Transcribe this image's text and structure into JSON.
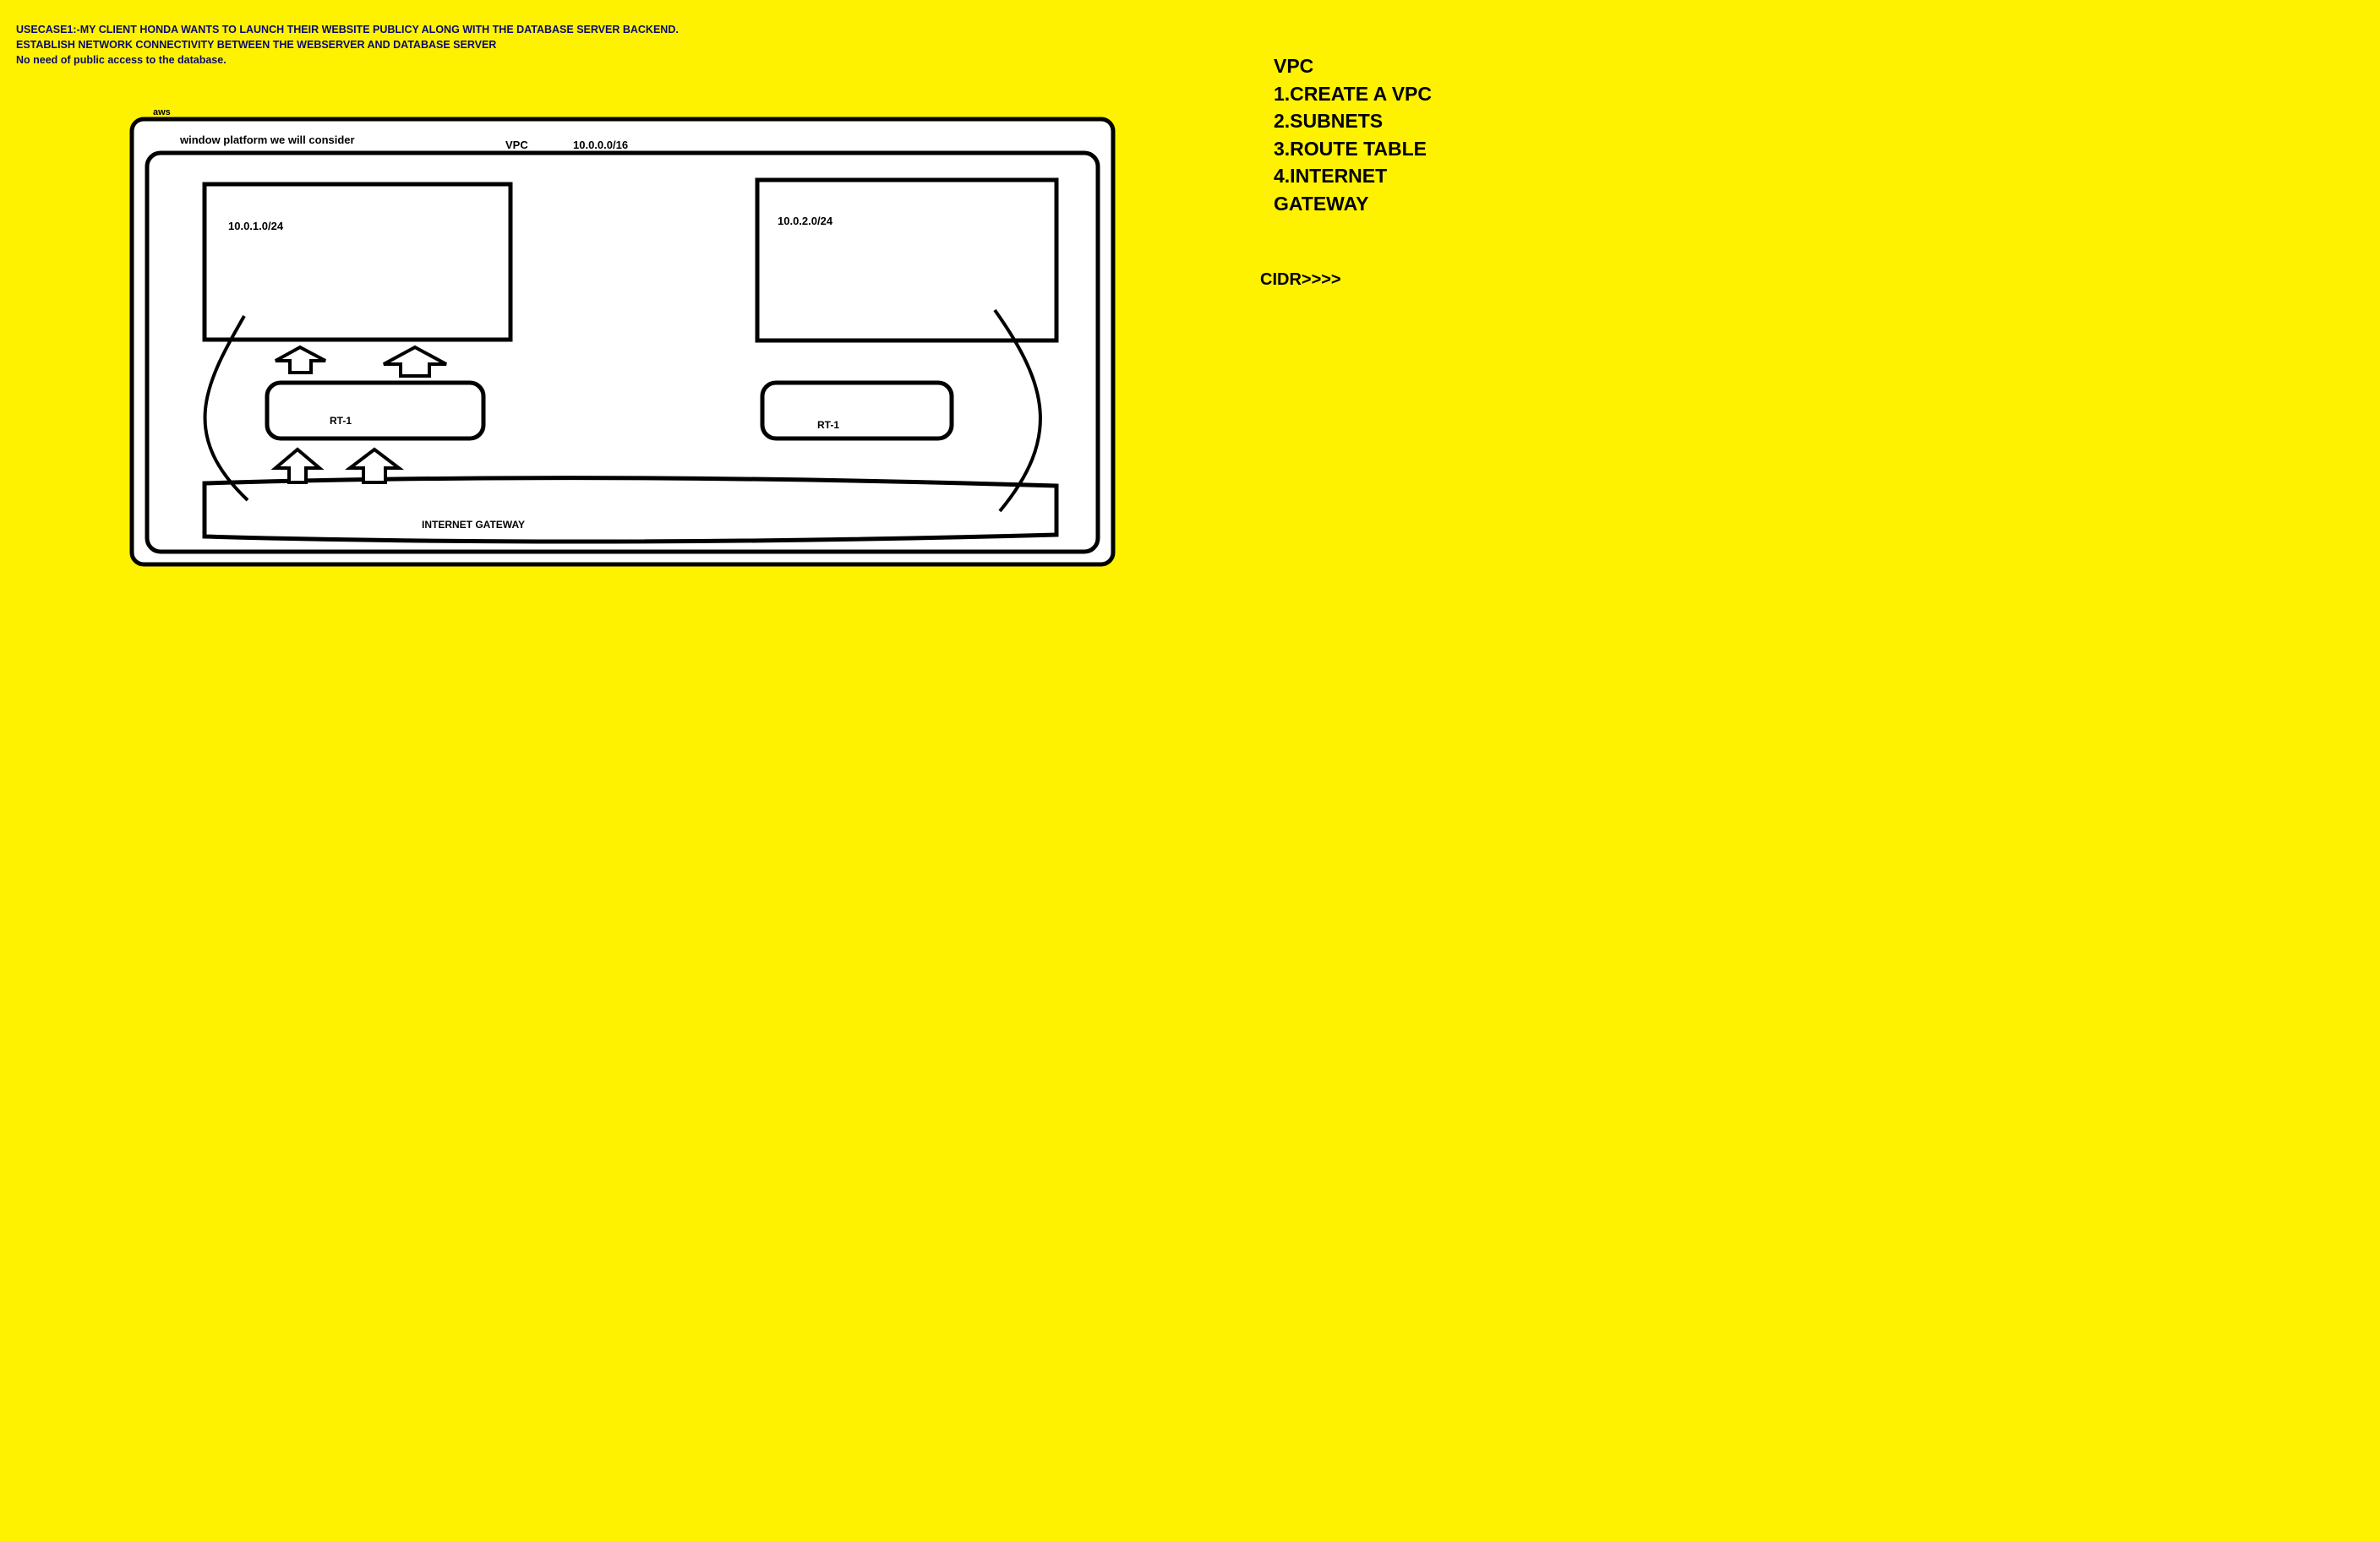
{
  "usecase": {
    "line1": "USECASE1:-MY CLIENT HONDA WANTS TO LAUNCH THEIR WEBSITE PUBLICY ALONG WITH THE DATABASE SERVER BACKEND.",
    "line2": "ESTABLISH NETWORK CONNECTIVITY BETWEEN THE WEBSERVER AND DATABASE SERVER",
    "line3": "No need of public access to the database."
  },
  "diagram": {
    "aws_label": "aws",
    "platform_label": "window platform we will consider",
    "vpc_label": "VPC",
    "vpc_cidr": "10.0.0.0/16",
    "subnet1_cidr": "10.0.1.0/24",
    "subnet2_cidr": "10.0.2.0/24",
    "route_table1_label": "RT-1",
    "route_table2_label": "RT-1",
    "igw_label": "INTERNET GATEWAY"
  },
  "steps": {
    "title": "VPC",
    "step1": "1.CREATE A VPC",
    "step2": "2.SUBNETS",
    "step3": "3.ROUTE TABLE",
    "step4a": "4.INTERNET",
    "step4b": "GATEWAY"
  },
  "cidr_note": "CIDR>>>>",
  "colors": {
    "background": "#FFF200",
    "usecase_text": "#0a0a6e",
    "diagram_fill": "#FFFFFF",
    "stroke": "#000000"
  }
}
